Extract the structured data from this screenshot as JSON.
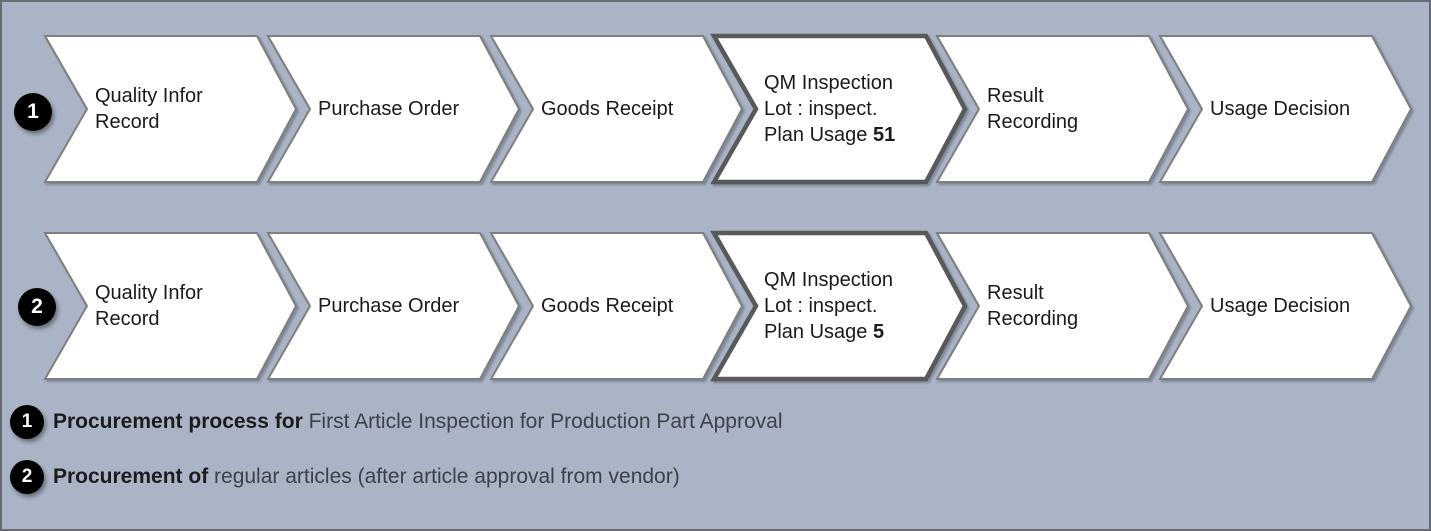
{
  "colors": {
    "bg": "#aab4c6",
    "frame_border": "#666b73",
    "chevron_fill": "#ffffff",
    "chevron_stroke": "#7f7f7f",
    "emphasis_stroke": "#595959",
    "badge_bg": "#000000",
    "badge_text": "#ffffff",
    "step_text": "#1a1a1a",
    "legend_strong": "#1c1c1e",
    "legend_rest": "#3d4147"
  },
  "rows": [
    {
      "badge": "1",
      "name": "process-row-1",
      "steps": [
        {
          "name": "quality-info-record",
          "lines": [
            {
              "text": "Quality Infor"
            },
            {
              "text": "Record"
            }
          ]
        },
        {
          "name": "purchase-order",
          "lines": [
            {
              "text": "Purchase Order"
            }
          ]
        },
        {
          "name": "goods-receipt",
          "lines": [
            {
              "text": "Goods Receipt"
            }
          ]
        },
        {
          "name": "qm-inspection-lot",
          "emphasis": true,
          "lines": [
            {
              "text": "QM Inspection"
            },
            {
              "text": "Lot : inspect."
            },
            {
              "text": "Plan Usage ",
              "bold": "51"
            }
          ]
        },
        {
          "name": "result-recording",
          "lines": [
            {
              "text": "Result"
            },
            {
              "text": "Recording"
            }
          ]
        },
        {
          "name": "usage-decision",
          "lines": [
            {
              "text": "Usage Decision"
            }
          ]
        }
      ]
    },
    {
      "badge": "2",
      "name": "process-row-2",
      "steps": [
        {
          "name": "quality-info-record",
          "lines": [
            {
              "text": "Quality Infor"
            },
            {
              "text": "Record"
            }
          ]
        },
        {
          "name": "purchase-order",
          "lines": [
            {
              "text": "Purchase Order"
            }
          ]
        },
        {
          "name": "goods-receipt",
          "lines": [
            {
              "text": "Goods Receipt"
            }
          ]
        },
        {
          "name": "qm-inspection-lot",
          "emphasis": true,
          "lines": [
            {
              "text": "QM Inspection"
            },
            {
              "text": "Lot : inspect."
            },
            {
              "text": "Plan Usage ",
              "bold": "5"
            }
          ]
        },
        {
          "name": "result-recording",
          "lines": [
            {
              "text": "Result"
            },
            {
              "text": "Recording"
            }
          ]
        },
        {
          "name": "usage-decision",
          "lines": [
            {
              "text": "Usage Decision"
            }
          ]
        }
      ]
    }
  ],
  "legend": [
    {
      "badge": "1",
      "strong": "Procurement process for ",
      "rest": "First Article Inspection for Production Part Approval"
    },
    {
      "badge": "2",
      "strong": "Procurement of ",
      "rest": "regular articles (after article approval from vendor)"
    }
  ]
}
